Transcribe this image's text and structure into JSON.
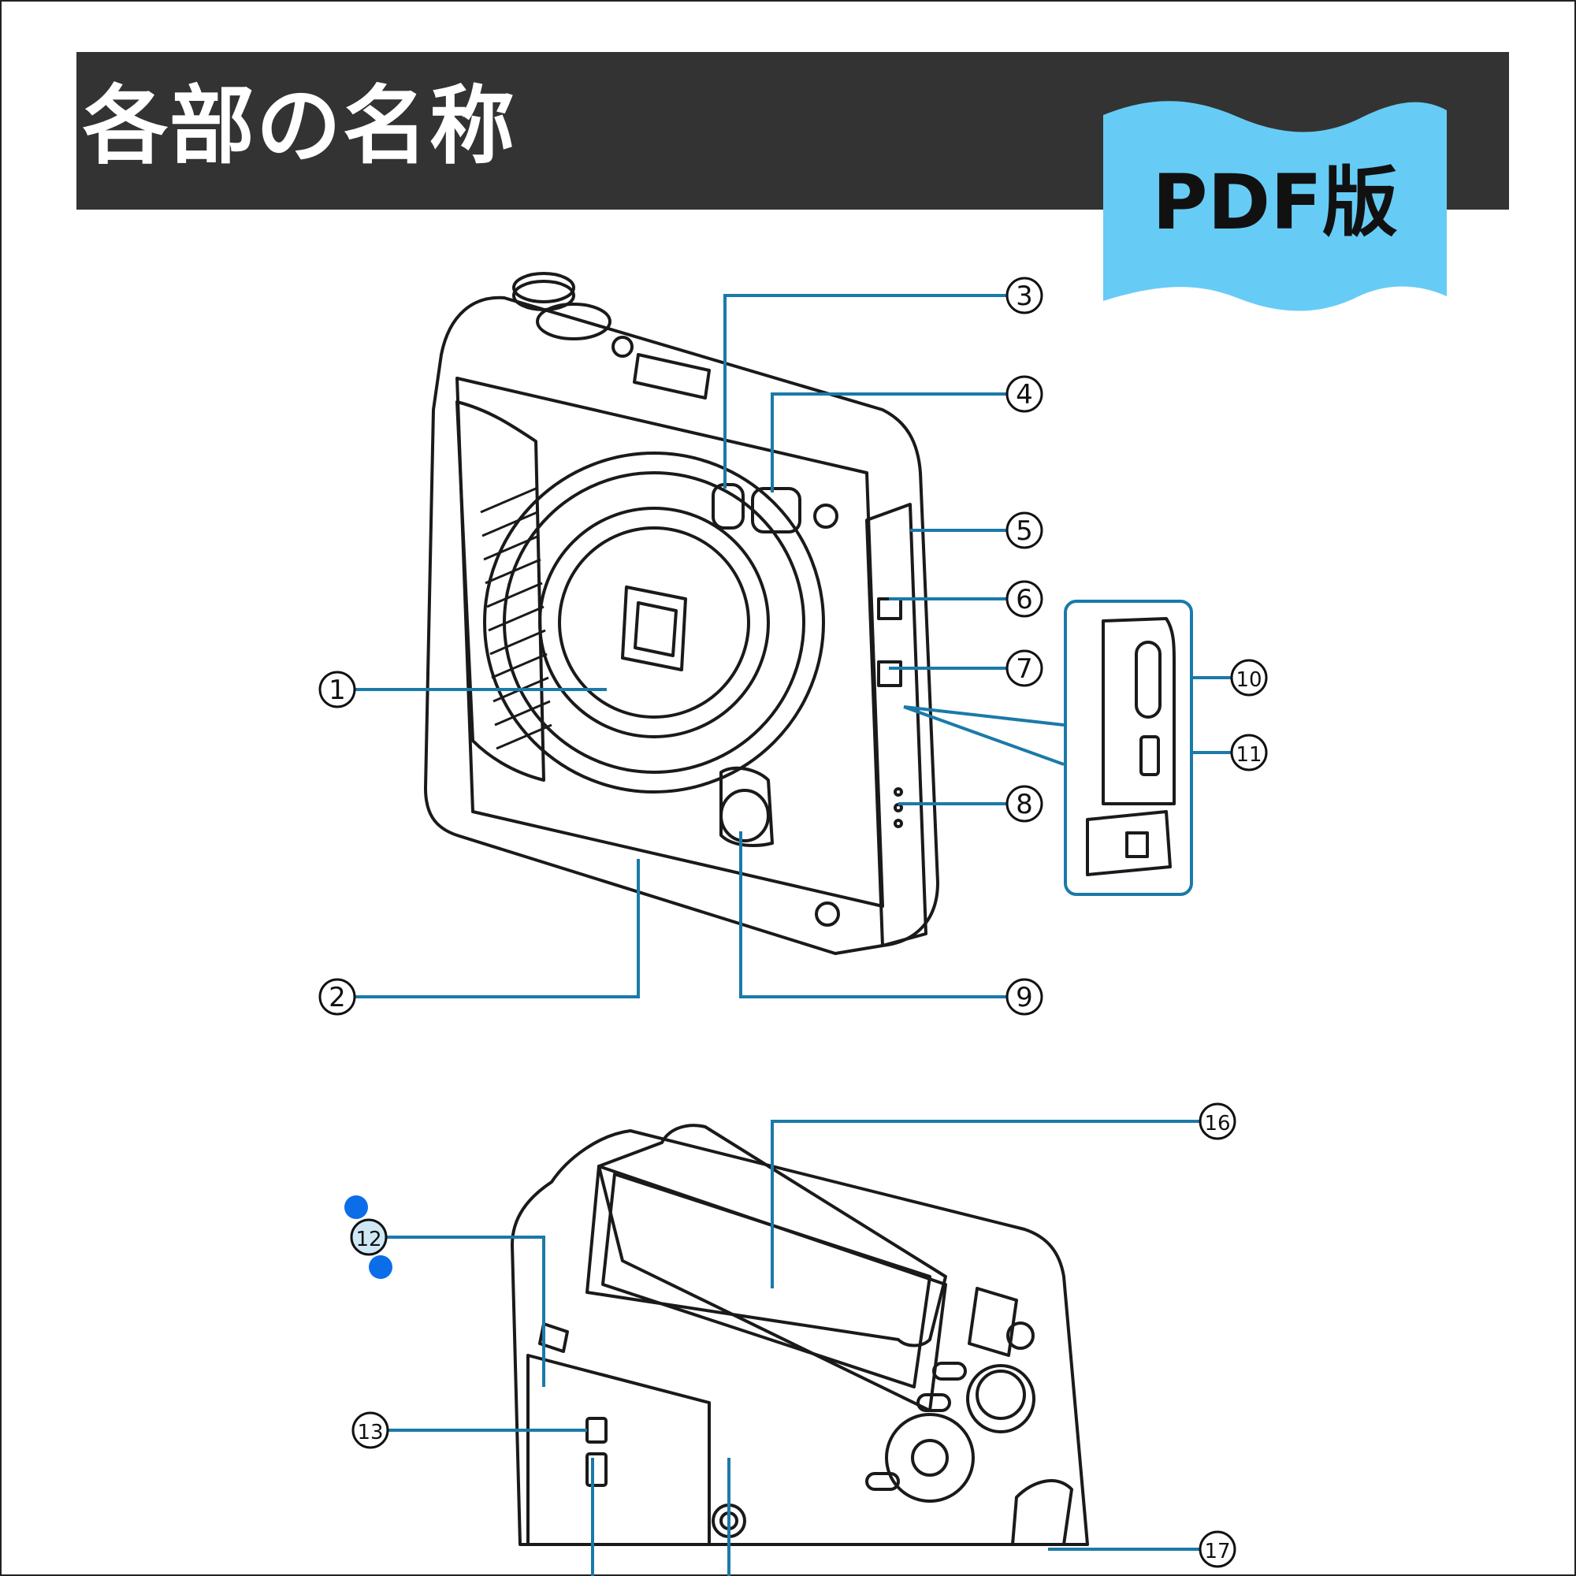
{
  "page": {
    "title": "各部の名称",
    "badge": "PDF版"
  },
  "callouts": {
    "c1": "1",
    "c2": "2",
    "c3": "3",
    "c4": "4",
    "c5": "5",
    "c6": "6",
    "c7": "7",
    "c8": "8",
    "c9": "9",
    "c10": "10",
    "c11": "11",
    "c12": "12",
    "c13": "13",
    "c16": "16",
    "c17": "17"
  },
  "colors": {
    "header": "#333333",
    "badge": "#66CCF5",
    "leader_line": "#1a7aa8",
    "handle": "#0b6ee8"
  }
}
